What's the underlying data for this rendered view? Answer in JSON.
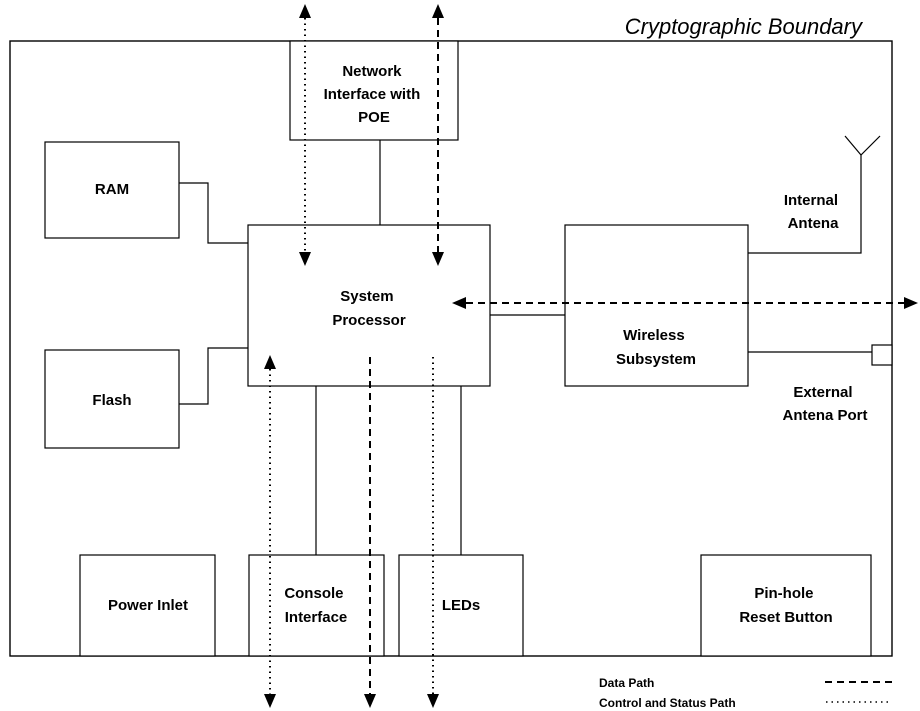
{
  "title": "Cryptographic Boundary",
  "components": {
    "network_interface": [
      "Network",
      "Interface with",
      "POE"
    ],
    "ram": [
      "RAM"
    ],
    "flash": [
      "Flash"
    ],
    "system_processor": [
      "System",
      "Processor"
    ],
    "wireless_subsystem": [
      "Wireless",
      "Subsystem"
    ],
    "power_inlet": [
      "Power Inlet"
    ],
    "console_interface": [
      "Console",
      "Interface"
    ],
    "leds": [
      "LEDs"
    ],
    "reset_button": [
      "Pin-hole",
      "Reset  Button"
    ]
  },
  "external_labels": {
    "internal_antenna": [
      "Internal",
      "Antena"
    ],
    "external_antenna_port": [
      "External",
      "Antena Port"
    ]
  },
  "legend": {
    "data_path": "Data Path",
    "control_status_path": "Control and Status Path"
  }
}
